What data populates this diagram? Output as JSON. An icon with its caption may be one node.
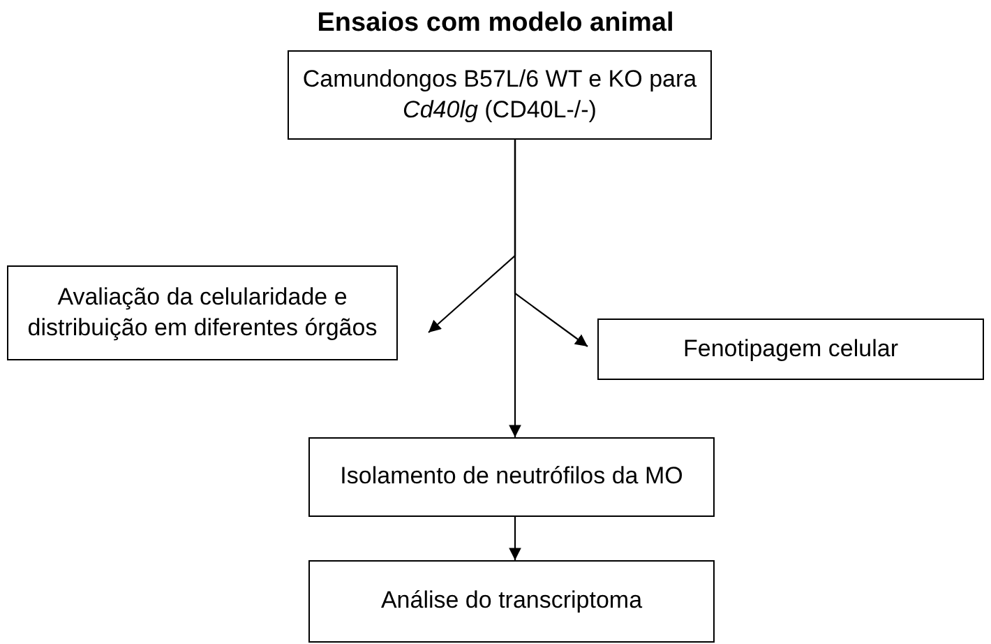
{
  "diagram": {
    "title": "Ensaios com modelo animal",
    "nodes": [
      {
        "text": [
          "Camundongos B57L/6  WT e KO para *Cd40lg* (CD40L-/-)"
        ]
      },
      {
        "text": [
          "Avaliação da celularidade e distribuição em diferentes órgãos"
        ]
      },
      {
        "text": [
          "Fenotipagem celular"
        ]
      },
      {
        "text": [
          "Isolamento de neutrófilos da MO"
        ]
      },
      {
        "text": [
          "Análise do transcriptoma"
        ]
      }
    ],
    "edges": [
      {
        "from": 0,
        "to": 1,
        "arrow": "to"
      },
      {
        "from": 0,
        "to": 2,
        "arrow": "to"
      },
      {
        "from": 0,
        "to": 3,
        "arrow": "to"
      },
      {
        "from": 3,
        "to": 4,
        "arrow": "to"
      }
    ]
  }
}
